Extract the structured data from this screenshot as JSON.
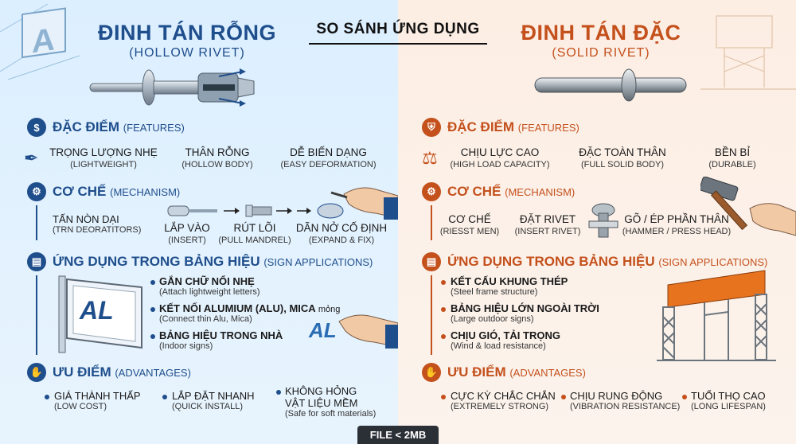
{
  "center": {
    "title": "SO SÁNH ỨNG DỤNG",
    "badge": "FILE < 2MB"
  },
  "left": {
    "title": "ĐINH TÁN RỖNG",
    "subtitle": "(HOLLOW RIVET)",
    "accent": "#1f4e8c",
    "features": {
      "title": "ĐẶC ĐIỂM",
      "title_en": "(FEATURES)",
      "items": [
        {
          "vi": "TRỌNG LƯỢNG NHẸ",
          "en": "(LIGHTWEIGHT)"
        },
        {
          "vi": "THÂN RỖNG",
          "en": "(HOLLOW BODY)"
        },
        {
          "vi": "DỄ BIẾN DẠNG",
          "en": "(EASY DEFORMATION)"
        }
      ]
    },
    "mechanism": {
      "title": "CƠ CHẾ",
      "title_en": "(MECHANISM)",
      "side_vi": "TẤN NÒN DẠI",
      "side_en": "(TRN DEORATITORS)",
      "steps": [
        {
          "vi": "LẮP VÀO",
          "en": "(INSERT)"
        },
        {
          "vi": "RÚT LÕI",
          "en": "(PULL MANDREL)"
        },
        {
          "vi": "DÃN NỞ CỐ ĐỊNH",
          "en": "(EXPAND & FIX)"
        }
      ]
    },
    "applications": {
      "title": "ỨNG DỤNG TRONG BẢNG HIỆU",
      "title_en": "(SIGN APPLICATIONS)",
      "sign_text": "AL",
      "hand_text": "AL",
      "items": [
        {
          "vi": "GẮN CHỮ NỔI NHẸ",
          "vi2": "",
          "en": "(Attach lightweight letters)"
        },
        {
          "vi": "KẾT NỐI ALUMIUM (ALU), MICA",
          "vi2": "mỏng",
          "en": "(Connect thin Alu, Mica)"
        },
        {
          "vi": "BẢNG HIỆU TRONG NHÀ",
          "vi2": "",
          "en": "(Indoor signs)"
        }
      ]
    },
    "advantages": {
      "title": "ƯU ĐIỂM",
      "title_en": "(ADVANTAGES)",
      "items": [
        {
          "vi": "GIÁ THÀNH THẤP",
          "vi2": "",
          "en": "(LOW COST)"
        },
        {
          "vi": "LẮP ĐẶT NHANH",
          "vi2": "",
          "en": "(QUICK INSTALL)"
        },
        {
          "vi": "KHÔNG HỎNG",
          "vi2": "VẬT LIỆU MỀM",
          "en": "(Safe for soft materials)"
        }
      ]
    }
  },
  "right": {
    "title": "ĐINH TÁN ĐẶC",
    "subtitle": "(SOLID RIVET)",
    "accent": "#c4501c",
    "features": {
      "title": "ĐẶC ĐIỂM",
      "title_en": "(FEATURES)",
      "items": [
        {
          "vi": "CHỊU LỰC CAO",
          "en": "(HIGH LOAD CAPACITY)"
        },
        {
          "vi": "ĐẶC TOÀN THÂN",
          "en": "(FULL SOLID BODY)"
        },
        {
          "vi": "BỀN BỈ",
          "en": "(DURABLE)"
        }
      ]
    },
    "mechanism": {
      "title": "CƠ CHẾ",
      "title_en": "(MECHANISM)",
      "steps": [
        {
          "vi": "CƠ CHẾ",
          "en": "(RIESST MEN)"
        },
        {
          "vi": "ĐẶT RIVET",
          "en": "(INSERT RIVET)"
        },
        {
          "vi": "GÕ / ÉP PHẦN THÂN",
          "en": "(HAMMER / PRESS HEAD)"
        }
      ]
    },
    "applications": {
      "title": "ỨNG DỤNG TRONG BẢNG HIỆU",
      "title_en": "(SIGN APPLICATIONS)",
      "items": [
        {
          "vi": "KẾT CẤU KHUNG THÉP",
          "en": "(Steel frame structure)"
        },
        {
          "vi": "BẢNG HIỆU LỚN NGOÀI TRỜI",
          "en": "(Large outdoor signs)"
        },
        {
          "vi": "CHỊU GIÓ, TẢI TRỌNG",
          "en": "(Wind & load resistance)"
        }
      ]
    },
    "advantages": {
      "title": "ƯU ĐIỂM",
      "title_en": "(ADVANTAGES)",
      "items": [
        {
          "vi": "CỰC KỲ CHẮC CHẮN",
          "en": "(EXTREMELY STRONG)"
        },
        {
          "vi": "CHỊU RUNG ĐỘNG",
          "en": "(VIBRATION RESISTANCE)"
        },
        {
          "vi": "TUỔI THỌ CAO",
          "en": "(LONG LIFESPAN)"
        }
      ]
    }
  }
}
